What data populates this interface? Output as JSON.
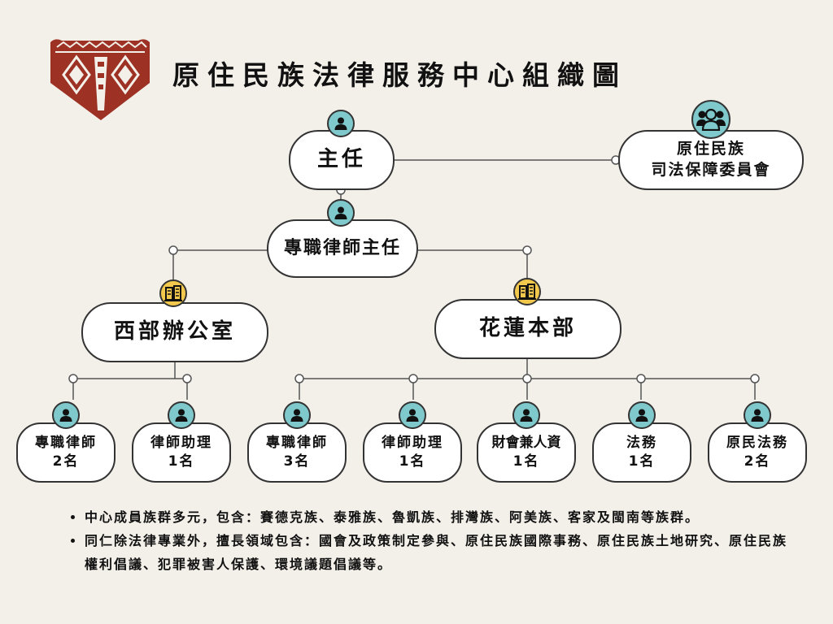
{
  "title": "原住民族法律服務中心組織圖",
  "logo_icon": "tribal-pattern-logo",
  "colors": {
    "background": "#f3efe9",
    "person_badge": "#7fc9cc",
    "office_badge": "#f2c94c",
    "logo": "#9c3124"
  },
  "director": {
    "name": "主任",
    "icon": "person-icon"
  },
  "committee": {
    "line1": "原住民族",
    "line2": "司法保障委員會",
    "icon": "group-icon"
  },
  "lead_lawyer": {
    "name": "專職律師主任",
    "icon": "person-icon"
  },
  "offices": {
    "west": {
      "name": "西部辦公室",
      "icon": "building-icon"
    },
    "hualien": {
      "name": "花蓮本部",
      "icon": "building-icon"
    }
  },
  "staff": [
    {
      "name": "專職律師",
      "count": "2名"
    },
    {
      "name": "律師助理",
      "count": "1名"
    },
    {
      "name": "專職律師",
      "count": "3名"
    },
    {
      "name": "律師助理",
      "count": "1名"
    },
    {
      "name": "財會兼人資",
      "count": "1名"
    },
    {
      "name": "法務",
      "count": "1名"
    },
    {
      "name": "原民法務",
      "count": "2名"
    }
  ],
  "notes": [
    "中心成員族群多元，包含：賽德克族、泰雅族、魯凱族、排灣族、阿美族、客家及閩南等族群。",
    "同仁除法律專業外，擅長領域包含：國會及政策制定參與、原住民族國際事務、原住民族土地研究、原住民族權利倡議、犯罪被害人保護、環境議題倡議等。"
  ]
}
